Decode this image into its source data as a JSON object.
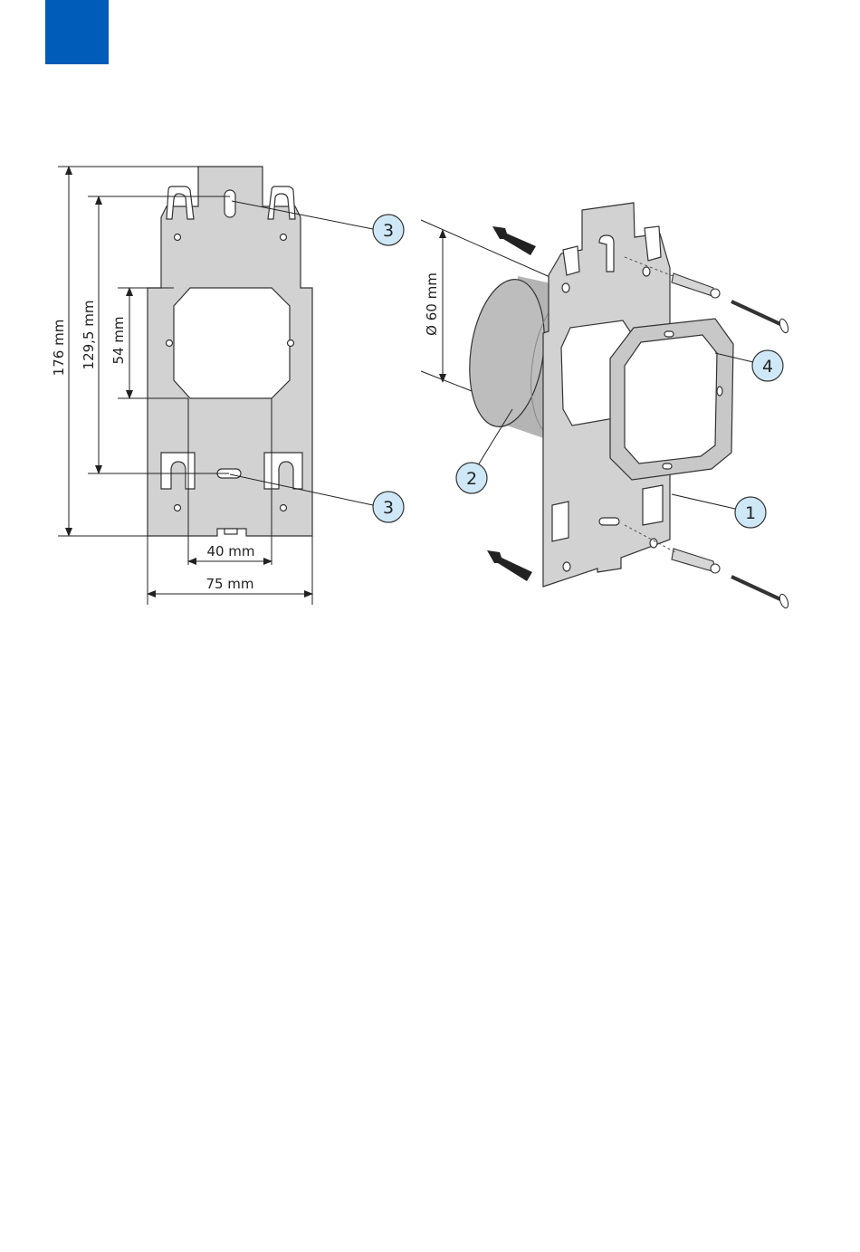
{
  "colors": {
    "marker": "#005cb9",
    "callout_fill": "#cfe8f7",
    "plate": "#d2d2d2",
    "box": "#b4b4b4"
  },
  "dimensions": {
    "height_total": "176 mm",
    "height_holes": "129,5 mm",
    "opening_height": "54 mm",
    "hole_spacing": "40 mm",
    "width_total": "75 mm",
    "box_diameter": "Ø 60 mm"
  },
  "callouts": {
    "c1": "1",
    "c2": "2",
    "c3_top": "3",
    "c3_bottom": "3",
    "c4": "4"
  },
  "icons": {
    "arrow_upper": "arrow-left-up-icon",
    "arrow_lower": "arrow-left-up-icon",
    "screw": "screw-icon",
    "dowel": "wall-plug-icon"
  }
}
